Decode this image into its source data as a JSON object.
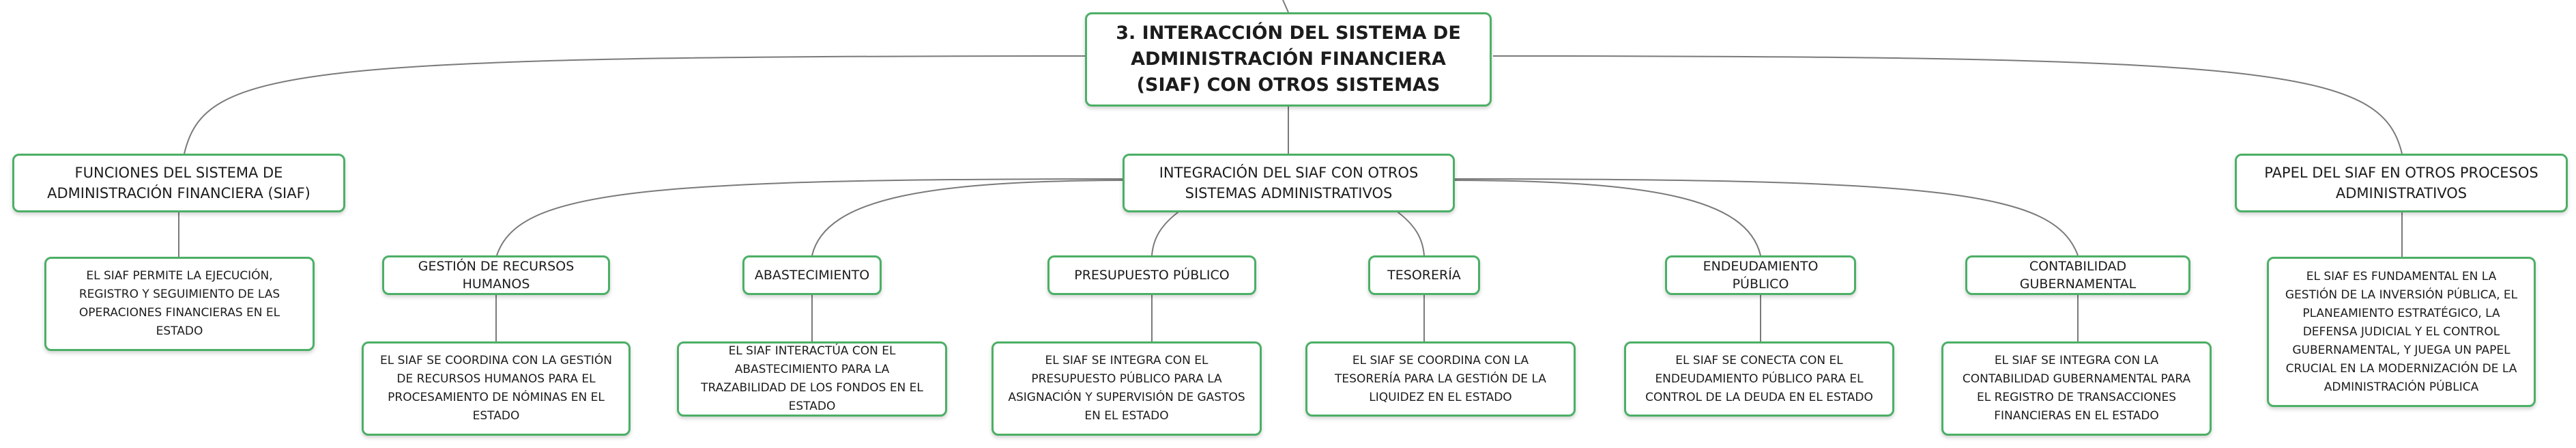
{
  "root": {
    "title": "3. INTERACCIÓN DEL SISTEMA DE ADMINISTRACIÓN FINANCIERA (SIAF) CON OTROS SISTEMAS"
  },
  "branches": {
    "funciones": {
      "title": "FUNCIONES DEL SISTEMA DE ADMINISTRACIÓN FINANCIERA (SIAF)",
      "detail": "EL SIAF PERMITE LA EJECUCIÓN, REGISTRO Y SEGUIMIENTO DE LAS OPERACIONES FINANCIERAS EN EL ESTADO"
    },
    "integracion": {
      "title": "INTEGRACIÓN DEL SIAF CON OTROS SISTEMAS ADMINISTRATIVOS",
      "children": [
        {
          "title": "GESTIÓN DE RECURSOS HUMANOS",
          "detail": "EL SIAF SE COORDINA CON LA GESTIÓN DE RECURSOS HUMANOS PARA EL PROCESAMIENTO DE NÓMINAS EN EL ESTADO"
        },
        {
          "title": "ABASTECIMIENTO",
          "detail": "EL SIAF INTERACTÚA CON EL ABASTECIMIENTO PARA LA TRAZABILIDAD DE LOS FONDOS EN EL ESTADO"
        },
        {
          "title": "PRESUPUESTO PÚBLICO",
          "detail": "EL SIAF SE INTEGRA CON EL PRESUPUESTO PÚBLICO PARA LA ASIGNACIÓN Y SUPERVISIÓN DE GASTOS EN EL ESTADO"
        },
        {
          "title": "TESORERÍA",
          "detail": "EL SIAF SE COORDINA CON LA TESORERÍA PARA LA GESTIÓN DE LA LIQUIDEZ EN EL ESTADO"
        },
        {
          "title": "ENDEUDAMIENTO PÚBLICO",
          "detail": "EL SIAF SE CONECTA CON EL ENDEUDAMIENTO PÚBLICO PARA EL CONTROL DE LA DEUDA EN EL ESTADO"
        },
        {
          "title": "CONTABILIDAD GUBERNAMENTAL",
          "detail": "EL SIAF SE INTEGRA CON LA CONTABILIDAD GUBERNAMENTAL PARA EL REGISTRO DE TRANSACCIONES FINANCIERAS EN EL ESTADO"
        }
      ]
    },
    "papel": {
      "title": "PAPEL DEL SIAF EN OTROS PROCESOS ADMINISTRATIVOS",
      "detail": "EL SIAF ES FUNDAMENTAL EN LA GESTIÓN DE LA INVERSIÓN PÚBLICA, EL PLANEAMIENTO ESTRATÉGICO, LA DEFENSA JUDICIAL Y EL CONTROL GUBERNAMENTAL, Y JUEGA UN PAPEL CRUCIAL EN LA MODERNIZACIÓN DE LA ADMINISTRACIÓN PÚBLICA"
    }
  },
  "colors": {
    "node_border": "#4caf66",
    "connector": "#7a7a7a"
  }
}
